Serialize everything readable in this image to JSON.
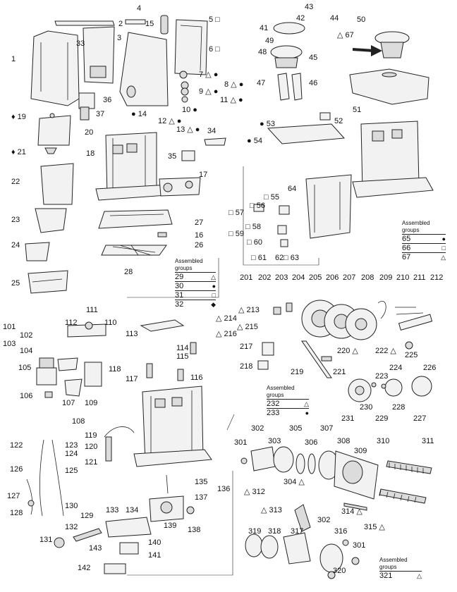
{
  "assembled_groups_title": "Assembled groups",
  "arrow_color": "#222222",
  "labels": [
    {
      "id": "1",
      "text": "1"
    },
    {
      "id": "2",
      "text": "2"
    },
    {
      "id": "3",
      "text": "3"
    },
    {
      "id": "4",
      "text": "4"
    },
    {
      "id": "5",
      "text": "5 □"
    },
    {
      "id": "6",
      "text": "6 □"
    },
    {
      "id": "7",
      "text": "7 △ ●"
    },
    {
      "id": "8",
      "text": "8 △ ●"
    },
    {
      "id": "9",
      "text": "9 △ ●"
    },
    {
      "id": "10",
      "text": "10 ●"
    },
    {
      "id": "11",
      "text": "11 △ ●"
    },
    {
      "id": "12",
      "text": "12 △ ●"
    },
    {
      "id": "13",
      "text": "13 △ ●"
    },
    {
      "id": "14",
      "text": "● 14"
    },
    {
      "id": "15",
      "text": "15"
    },
    {
      "id": "16",
      "text": "16"
    },
    {
      "id": "17",
      "text": "17"
    },
    {
      "id": "18",
      "text": "18"
    },
    {
      "id": "19",
      "text": "♦ 19"
    },
    {
      "id": "20",
      "text": "20"
    },
    {
      "id": "21",
      "text": "♦ 21"
    },
    {
      "id": "22",
      "text": "22"
    },
    {
      "id": "23",
      "text": "23"
    },
    {
      "id": "24",
      "text": "24"
    },
    {
      "id": "25",
      "text": "25"
    },
    {
      "id": "26",
      "text": "26"
    },
    {
      "id": "27",
      "text": "27"
    },
    {
      "id": "28",
      "text": "28"
    },
    {
      "id": "33",
      "text": "33"
    },
    {
      "id": "34",
      "text": "34"
    },
    {
      "id": "35",
      "text": "35"
    },
    {
      "id": "36",
      "text": "36"
    },
    {
      "id": "37",
      "text": "37"
    },
    {
      "id": "41",
      "text": "41"
    },
    {
      "id": "42",
      "text": "42"
    },
    {
      "id": "43",
      "text": "43"
    },
    {
      "id": "44",
      "text": "44"
    },
    {
      "id": "45",
      "text": "45"
    },
    {
      "id": "46",
      "text": "46"
    },
    {
      "id": "47",
      "text": "47"
    },
    {
      "id": "48",
      "text": "48"
    },
    {
      "id": "49",
      "text": "49"
    },
    {
      "id": "50",
      "text": "50"
    },
    {
      "id": "51",
      "text": "51"
    },
    {
      "id": "52",
      "text": "52"
    },
    {
      "id": "53",
      "text": "● 53"
    },
    {
      "id": "54",
      "text": "● 54"
    },
    {
      "id": "55",
      "text": "□ 55"
    },
    {
      "id": "56",
      "text": "□ 56"
    },
    {
      "id": "57",
      "text": "□ 57"
    },
    {
      "id": "58",
      "text": "□ 58"
    },
    {
      "id": "59",
      "text": "□ 59"
    },
    {
      "id": "60",
      "text": "□ 60"
    },
    {
      "id": "61",
      "text": "□ 61"
    },
    {
      "id": "62",
      "text": "62"
    },
    {
      "id": "63",
      "text": "□ 63"
    },
    {
      "id": "64",
      "text": "64"
    },
    {
      "id": "67",
      "text": "△ 67"
    },
    {
      "id": "101",
      "text": "101"
    },
    {
      "id": "102",
      "text": "102"
    },
    {
      "id": "103",
      "text": "103"
    },
    {
      "id": "104",
      "text": "104"
    },
    {
      "id": "105",
      "text": "105"
    },
    {
      "id": "106",
      "text": "106"
    },
    {
      "id": "107",
      "text": "107"
    },
    {
      "id": "108",
      "text": "108"
    },
    {
      "id": "109",
      "text": "109"
    },
    {
      "id": "110",
      "text": "110"
    },
    {
      "id": "111",
      "text": "111"
    },
    {
      "id": "112",
      "text": "112"
    },
    {
      "id": "113",
      "text": "113"
    },
    {
      "id": "114",
      "text": "114"
    },
    {
      "id": "115",
      "text": "115"
    },
    {
      "id": "116",
      "text": "116"
    },
    {
      "id": "117",
      "text": "117"
    },
    {
      "id": "118",
      "text": "118"
    },
    {
      "id": "119",
      "text": "119"
    },
    {
      "id": "120",
      "text": "120"
    },
    {
      "id": "121",
      "text": "121"
    },
    {
      "id": "122",
      "text": "122"
    },
    {
      "id": "123",
      "text": "123"
    },
    {
      "id": "124",
      "text": "124"
    },
    {
      "id": "125",
      "text": "125"
    },
    {
      "id": "126",
      "text": "126"
    },
    {
      "id": "127",
      "text": "127"
    },
    {
      "id": "128",
      "text": "128"
    },
    {
      "id": "129",
      "text": "129"
    },
    {
      "id": "130",
      "text": "130"
    },
    {
      "id": "131",
      "text": "131"
    },
    {
      "id": "132",
      "text": "132"
    },
    {
      "id": "133",
      "text": "133"
    },
    {
      "id": "134",
      "text": "134"
    },
    {
      "id": "135",
      "text": "135"
    },
    {
      "id": "136",
      "text": "136"
    },
    {
      "id": "137",
      "text": "137"
    },
    {
      "id": "138",
      "text": "138"
    },
    {
      "id": "139",
      "text": "139"
    },
    {
      "id": "140",
      "text": "140"
    },
    {
      "id": "141",
      "text": "141"
    },
    {
      "id": "142",
      "text": "142"
    },
    {
      "id": "143",
      "text": "143"
    },
    {
      "id": "201",
      "text": "201"
    },
    {
      "id": "202",
      "text": "202"
    },
    {
      "id": "203",
      "text": "203"
    },
    {
      "id": "204",
      "text": "204"
    },
    {
      "id": "205",
      "text": "205"
    },
    {
      "id": "206",
      "text": "206"
    },
    {
      "id": "207",
      "text": "207"
    },
    {
      "id": "208",
      "text": "208"
    },
    {
      "id": "209",
      "text": "209"
    },
    {
      "id": "210",
      "text": "210"
    },
    {
      "id": "211",
      "text": "211"
    },
    {
      "id": "212",
      "text": "212"
    },
    {
      "id": "213",
      "text": "△ 213"
    },
    {
      "id": "214",
      "text": "△ 214"
    },
    {
      "id": "215",
      "text": "△ 215"
    },
    {
      "id": "216",
      "text": "△ 216"
    },
    {
      "id": "217",
      "text": "217"
    },
    {
      "id": "218",
      "text": "218"
    },
    {
      "id": "219",
      "text": "219"
    },
    {
      "id": "220",
      "text": "220 △"
    },
    {
      "id": "221",
      "text": "221"
    },
    {
      "id": "222",
      "text": "222 △"
    },
    {
      "id": "223",
      "text": "223"
    },
    {
      "id": "224",
      "text": "224"
    },
    {
      "id": "225",
      "text": "225"
    },
    {
      "id": "226",
      "text": "226"
    },
    {
      "id": "227",
      "text": "227"
    },
    {
      "id": "228",
      "text": "228"
    },
    {
      "id": "229",
      "text": "229"
    },
    {
      "id": "230",
      "text": "230"
    },
    {
      "id": "231",
      "text": "231"
    },
    {
      "id": "301",
      "text": "301"
    },
    {
      "id": "302",
      "text": "302"
    },
    {
      "id": "303",
      "text": "303"
    },
    {
      "id": "304",
      "text": "304 △"
    },
    {
      "id": "305",
      "text": "305"
    },
    {
      "id": "306",
      "text": "306"
    },
    {
      "id": "307",
      "text": "307"
    },
    {
      "id": "308",
      "text": "308"
    },
    {
      "id": "309",
      "text": "309"
    },
    {
      "id": "310",
      "text": "310"
    },
    {
      "id": "311",
      "text": "311"
    },
    {
      "id": "312",
      "text": "△ 312"
    },
    {
      "id": "313",
      "text": "△ 313"
    },
    {
      "id": "314",
      "text": "314 △"
    },
    {
      "id": "315",
      "text": "315 △"
    },
    {
      "id": "316",
      "text": "316"
    },
    {
      "id": "317",
      "text": "317"
    },
    {
      "id": "318",
      "text": "318"
    },
    {
      "id": "319",
      "text": "319"
    },
    {
      "id": "320",
      "text": "320"
    },
    {
      "id": "3301",
      "text": "301"
    },
    {
      "id": "3302",
      "text": "302"
    }
  ],
  "legend_a": {
    "rows": [
      {
        "num": "29",
        "sym": "△"
      },
      {
        "num": "30",
        "sym": "●"
      },
      {
        "num": "31",
        "sym": "□"
      },
      {
        "num": "32",
        "sym": "◆"
      }
    ]
  },
  "legend_b": {
    "rows": [
      {
        "num": "65",
        "sym": "●"
      },
      {
        "num": "66",
        "sym": "□"
      },
      {
        "num": "67",
        "sym": "△"
      }
    ]
  },
  "legend_c": {
    "rows": [
      {
        "num": "232",
        "sym": "△"
      },
      {
        "num": "233",
        "sym": "●"
      }
    ]
  },
  "legend_d": {
    "rows": [
      {
        "num": "321",
        "sym": "△"
      }
    ]
  }
}
